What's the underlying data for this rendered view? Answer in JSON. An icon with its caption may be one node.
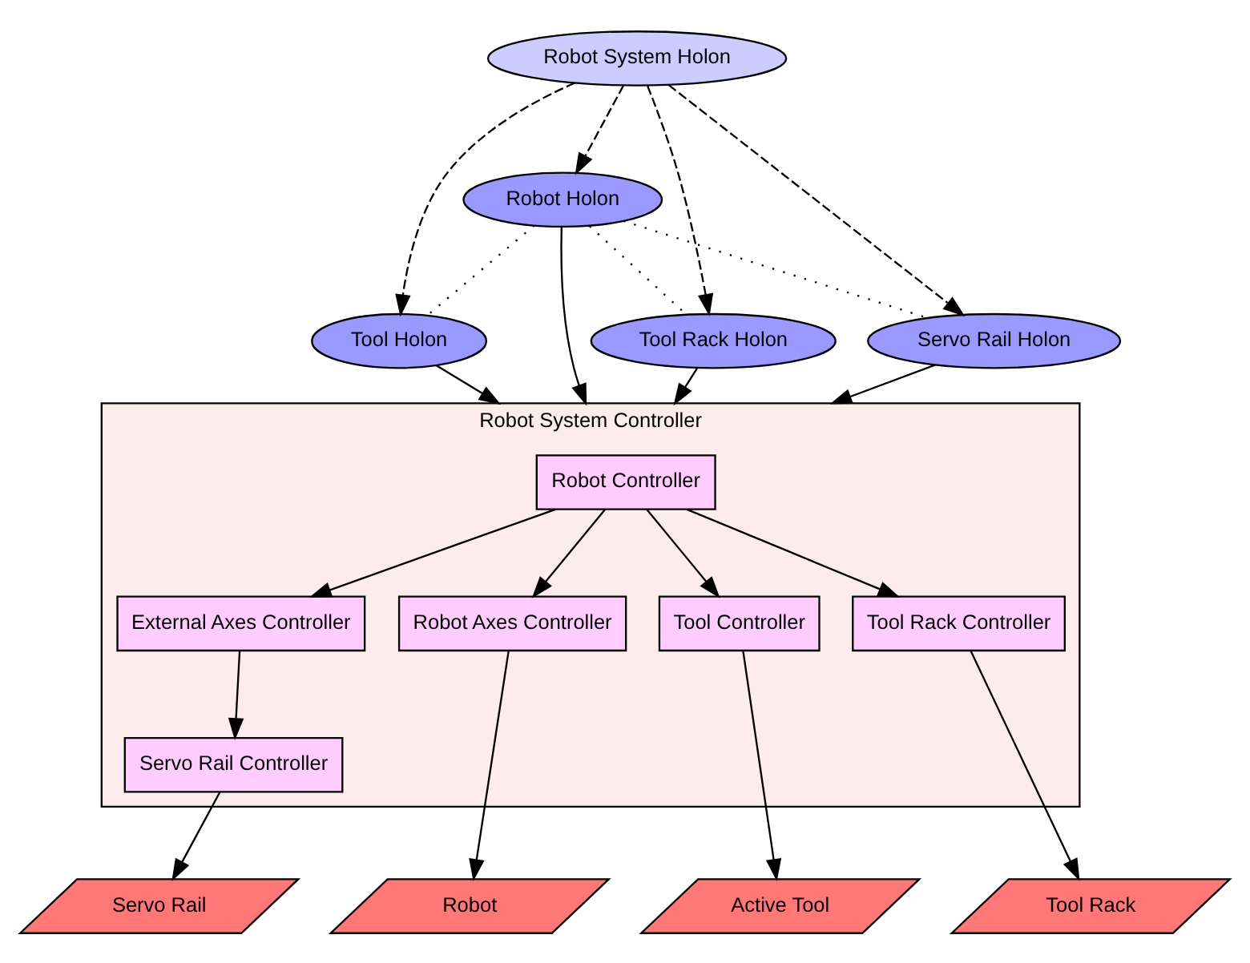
{
  "diagram": {
    "nodes": [
      {
        "text": [
          "Robot System Holon"
        ]
      },
      {
        "text": [
          "Robot Holon"
        ]
      },
      {
        "text": [
          "Tool Holon"
        ]
      },
      {
        "text": [
          "Tool Rack Holon"
        ]
      },
      {
        "text": [
          "Servo Rail Holon"
        ]
      },
      {
        "text": [
          "Robot System Controller"
        ]
      },
      {
        "text": [
          "Robot Controller"
        ],
        "in": 5
      },
      {
        "text": [
          "External Axes Controller"
        ],
        "in": 5
      },
      {
        "text": [
          "Robot Axes Controller"
        ],
        "in": 5
      },
      {
        "text": [
          "Tool Controller"
        ],
        "in": 5
      },
      {
        "text": [
          "Tool Rack Controller"
        ],
        "in": 5
      },
      {
        "text": [
          "Servo Rail Controller"
        ],
        "in": 5
      },
      {
        "text": [
          "Servo Rail"
        ]
      },
      {
        "text": [
          "Robot"
        ]
      },
      {
        "text": [
          "Active Tool"
        ]
      },
      {
        "text": [
          "Tool Rack"
        ]
      }
    ],
    "edges": [
      {
        "from": 0,
        "to": 2,
        "arrow": "to",
        "style": "dashed"
      },
      {
        "from": 0,
        "to": 1,
        "arrow": "to",
        "style": "dashed"
      },
      {
        "from": 0,
        "to": 3,
        "arrow": "to",
        "style": "dashed"
      },
      {
        "from": 0,
        "to": 4,
        "arrow": "to",
        "style": "dashed"
      },
      {
        "from": 1,
        "to": 2,
        "arrow": "none",
        "style": "dashed"
      },
      {
        "from": 1,
        "to": 3,
        "arrow": "none",
        "style": "dashed"
      },
      {
        "from": 1,
        "to": 4,
        "arrow": "none",
        "style": "dashed"
      },
      {
        "from": 2,
        "to": 5,
        "arrow": "to"
      },
      {
        "from": 3,
        "to": 5,
        "arrow": "to"
      },
      {
        "from": 1,
        "to": 5,
        "arrow": "to"
      },
      {
        "from": 4,
        "to": 5,
        "arrow": "to"
      },
      {
        "from": 6,
        "to": 7,
        "arrow": "to"
      },
      {
        "from": 6,
        "to": 8,
        "arrow": "to"
      },
      {
        "from": 6,
        "to": 9,
        "arrow": "to"
      },
      {
        "from": 6,
        "to": 10,
        "arrow": "to"
      },
      {
        "from": 7,
        "to": 11,
        "arrow": "to"
      },
      {
        "from": 11,
        "to": 12,
        "arrow": "to"
      },
      {
        "from": 8,
        "to": 13,
        "arrow": "to"
      },
      {
        "from": 9,
        "to": 14,
        "arrow": "to"
      },
      {
        "from": 10,
        "to": 15,
        "arrow": "to"
      }
    ]
  }
}
